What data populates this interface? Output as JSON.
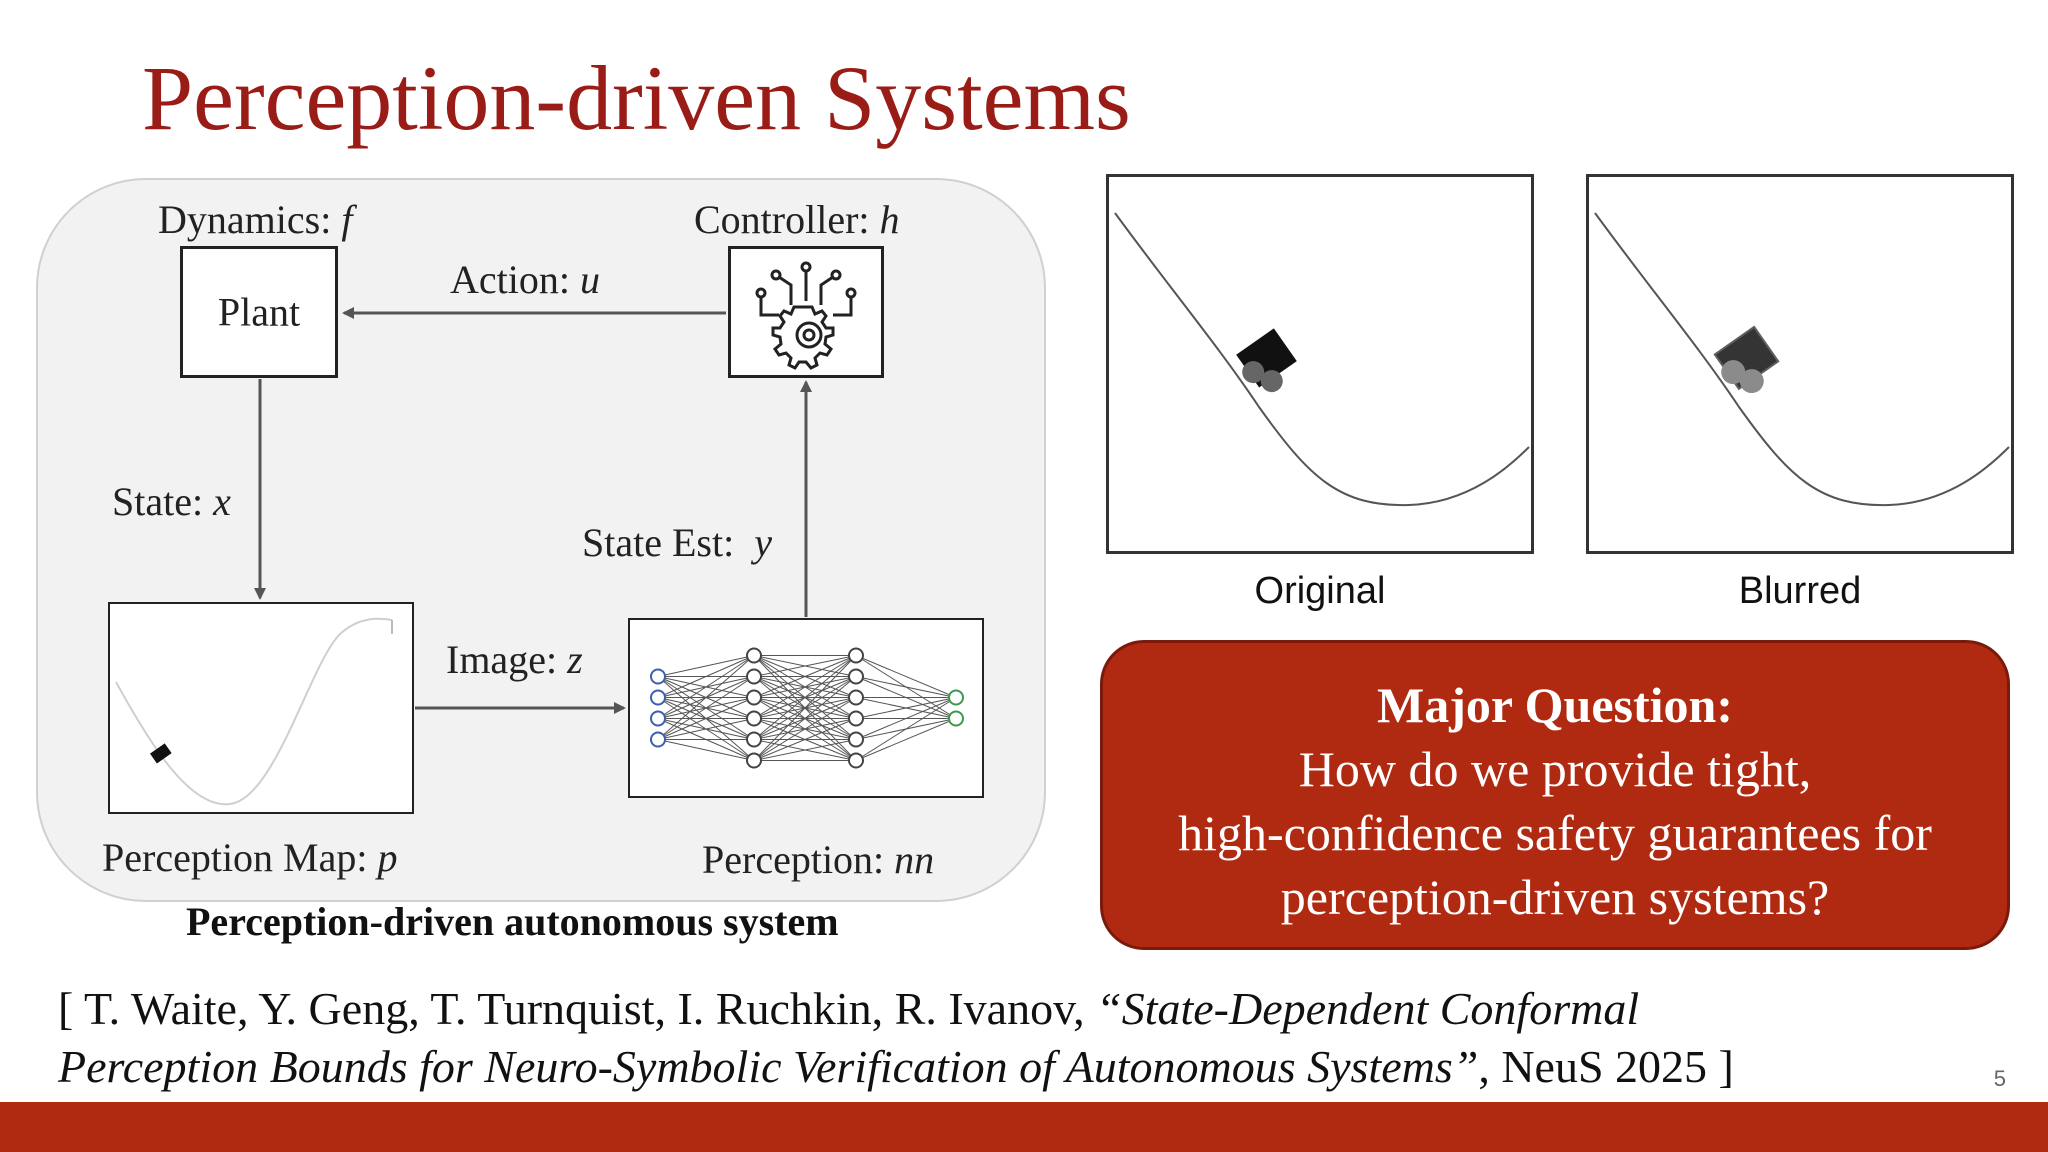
{
  "title": "Perception-driven Systems",
  "diagram": {
    "dynamics_prefix": "Dynamics: ",
    "dynamics_symbol": "f",
    "controller_prefix": "Controller: ",
    "controller_symbol": "h",
    "plant_label": "Plant",
    "action_prefix": "Action: ",
    "action_symbol": "u",
    "state_prefix": "State: ",
    "state_symbol": "x",
    "state_est_prefix": "State Est:  ",
    "state_est_symbol": "y",
    "image_prefix": "Image: ",
    "image_symbol": "z",
    "perception_map_prefix": "Perception Map: ",
    "perception_map_symbol": "p",
    "perception_prefix": "Perception: ",
    "perception_symbol": "nn",
    "caption": "Perception-driven autonomous system"
  },
  "thumbnails": {
    "original_label": "Original",
    "blurred_label": "Blurred"
  },
  "question": {
    "heading": "Major Question:",
    "line1": "How do we provide tight,",
    "line2": "high-confidence safety guarantees for",
    "line3": "perception-driven systems?"
  },
  "citation": {
    "authors": "[ T. Waite, Y. Geng, T. Turnquist, I. Ruchkin, R. Ivanov, ",
    "title_part1": "“State-Dependent Conformal",
    "title_part2": "Perception Bounds for Neuro-Symbolic Verification of Autonomous Systems”",
    "venue": ", NeuS 2025 ]"
  },
  "page_number": "5",
  "colors": {
    "title": "#9a1c16",
    "accent_bar": "#b02a12",
    "question_box": "#b02a12"
  },
  "icons": [
    "gear-circuit-icon",
    "neural-network-icon",
    "car-icon"
  ]
}
